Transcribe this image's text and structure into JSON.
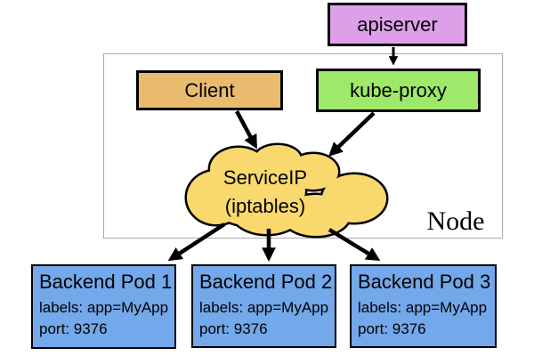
{
  "diagram": {
    "apiserver": {
      "label": "apiserver"
    },
    "client": {
      "label": "Client"
    },
    "kube_proxy": {
      "label": "kube-proxy"
    },
    "service_cloud": {
      "line1": "ServiceIP",
      "line2": "(iptables)"
    },
    "node": {
      "label": "Node"
    },
    "pods": [
      {
        "title": "Backend Pod 1",
        "labels": "labels: app=MyApp",
        "port": "port: 9376"
      },
      {
        "title": "Backend Pod 2",
        "labels": "labels: app=MyApp",
        "port": "port: 9376"
      },
      {
        "title": "Backend Pod 3",
        "labels": "labels: app=MyApp",
        "port": "port: 9376"
      }
    ],
    "colors": {
      "apiserver_fill": "#DDA0E8",
      "kube_proxy_fill": "#9EE86A",
      "client_fill": "#E8BB6E",
      "cloud_fill": "#F9D96E",
      "pod_fill": "#73A8EA",
      "outline": "#000000",
      "node_border": "#AAAAAA"
    }
  }
}
